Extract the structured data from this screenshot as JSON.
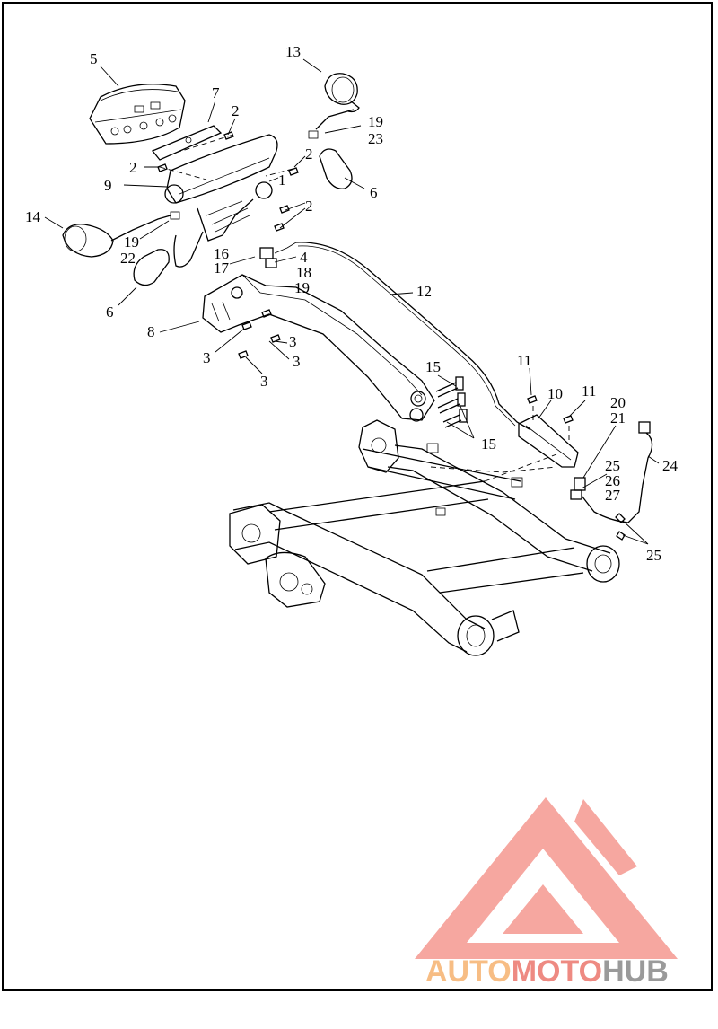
{
  "callouts": [
    {
      "id": "c5",
      "text": "5"
    },
    {
      "id": "c13",
      "text": "13"
    },
    {
      "id": "c7",
      "text": "7"
    },
    {
      "id": "c2a",
      "text": "2"
    },
    {
      "id": "c19a",
      "text": "19"
    },
    {
      "id": "c23",
      "text": "23"
    },
    {
      "id": "c2b",
      "text": "2"
    },
    {
      "id": "c2c",
      "text": "2"
    },
    {
      "id": "c9",
      "text": "9"
    },
    {
      "id": "c1",
      "text": "1"
    },
    {
      "id": "c6a",
      "text": "6"
    },
    {
      "id": "c2d",
      "text": "2"
    },
    {
      "id": "c14",
      "text": "14"
    },
    {
      "id": "c19b",
      "text": "19"
    },
    {
      "id": "c22",
      "text": "22"
    },
    {
      "id": "c16",
      "text": "16"
    },
    {
      "id": "c17",
      "text": "17"
    },
    {
      "id": "c4",
      "text": "4"
    },
    {
      "id": "c18",
      "text": "18"
    },
    {
      "id": "c19c",
      "text": "19"
    },
    {
      "id": "c12",
      "text": "12"
    },
    {
      "id": "c6b",
      "text": "6"
    },
    {
      "id": "c8",
      "text": "8"
    },
    {
      "id": "c3a",
      "text": "3"
    },
    {
      "id": "c3b",
      "text": "3"
    },
    {
      "id": "c3c",
      "text": "3"
    },
    {
      "id": "c3d",
      "text": "3"
    },
    {
      "id": "c15a",
      "text": "15"
    },
    {
      "id": "c15b",
      "text": "15"
    },
    {
      "id": "c11a",
      "text": "11"
    },
    {
      "id": "c10",
      "text": "10"
    },
    {
      "id": "c11b",
      "text": "11"
    },
    {
      "id": "c20",
      "text": "20"
    },
    {
      "id": "c21",
      "text": "21"
    },
    {
      "id": "c24",
      "text": "24"
    },
    {
      "id": "c25a",
      "text": "25"
    },
    {
      "id": "c26",
      "text": "26"
    },
    {
      "id": "c27",
      "text": "27"
    },
    {
      "id": "c25b",
      "text": "25"
    }
  ],
  "watermark": {
    "part1": "AUTO",
    "part2": "MOTO",
    "part3": "HUB",
    "colors": {
      "auto": "#f7bd84",
      "moto": "#ee8a82",
      "hub": "#9a9a9a",
      "triangle": "#f29c94"
    }
  }
}
